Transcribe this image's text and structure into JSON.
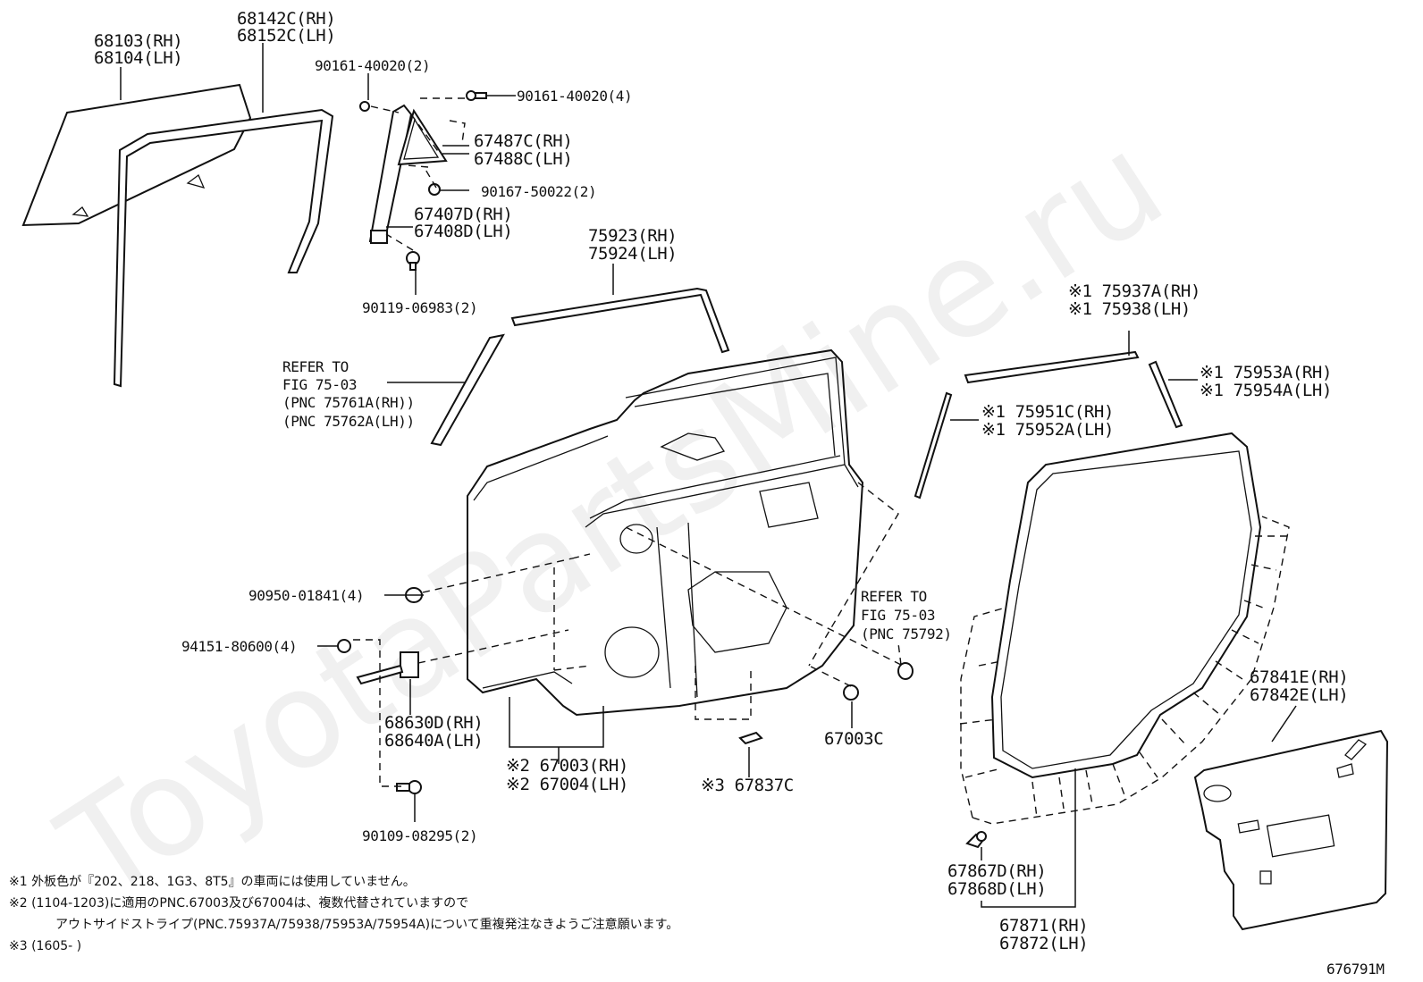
{
  "watermark": "ToyotaPartsMine.ru",
  "part_labels": {
    "p68103": [
      "68103(RH)",
      "68104(LH)"
    ],
    "p68142": [
      "68142C(RH)",
      "68152C(LH)"
    ],
    "p90161a": [
      "90161-40020(2)"
    ],
    "p90161b": [
      "90161-40020(4)"
    ],
    "p67487": [
      "67487C(RH)",
      "67488C(LH)"
    ],
    "p90167": [
      "90167-50022(2)"
    ],
    "p67407": [
      "67407D(RH)",
      "67408D(LH)"
    ],
    "p90119": [
      "90119-06983(2)"
    ],
    "p75923": [
      "75923(RH)",
      "75924(LH)"
    ],
    "refer1": [
      "REFER TO",
      "FIG 75-03",
      "(PNC 75761A(RH))",
      "(PNC 75762A(LH))"
    ],
    "p75937": [
      "※1 75937A(RH)",
      "※1 75938(LH)"
    ],
    "p75953": [
      "※1 75953A(RH)",
      "※1 75954A(LH)"
    ],
    "p75951": [
      "※1 75951C(RH)",
      "※1 75952A(LH)"
    ],
    "p90950": [
      "90950-01841(4)"
    ],
    "refer2": [
      "REFER TO",
      "FIG 75-03",
      "(PNC 75792)"
    ],
    "p94151": [
      "94151-80600(4)"
    ],
    "p68630": [
      "68630D(RH)",
      "68640A(LH)"
    ],
    "p67003": [
      "※2 67003(RH)",
      "※2 67004(LH)"
    ],
    "p67837": [
      "※3 67837C"
    ],
    "p67003c": [
      "67003C"
    ],
    "p90109": [
      "90109-08295(2)"
    ],
    "p67841": [
      "67841E(RH)",
      "67842E(LH)"
    ],
    "p67867": [
      "67867D(RH)",
      "67868D(LH)"
    ],
    "p67871": [
      "67871(RH)",
      "67872(LH)"
    ]
  },
  "notes": [
    "※1 外板色が『202、218、1G3、8T5』の車両には使用していません。",
    "※2 (1104-1203)に適用のPNC.67003及び67004は、複数代替されていますので",
    "アウトサイドストライプ(PNC.75937A/75938/75953A/75954A)について重複発注なきようご注意願います。",
    "※3 (1605-      )"
  ],
  "figure_id": "676791M"
}
